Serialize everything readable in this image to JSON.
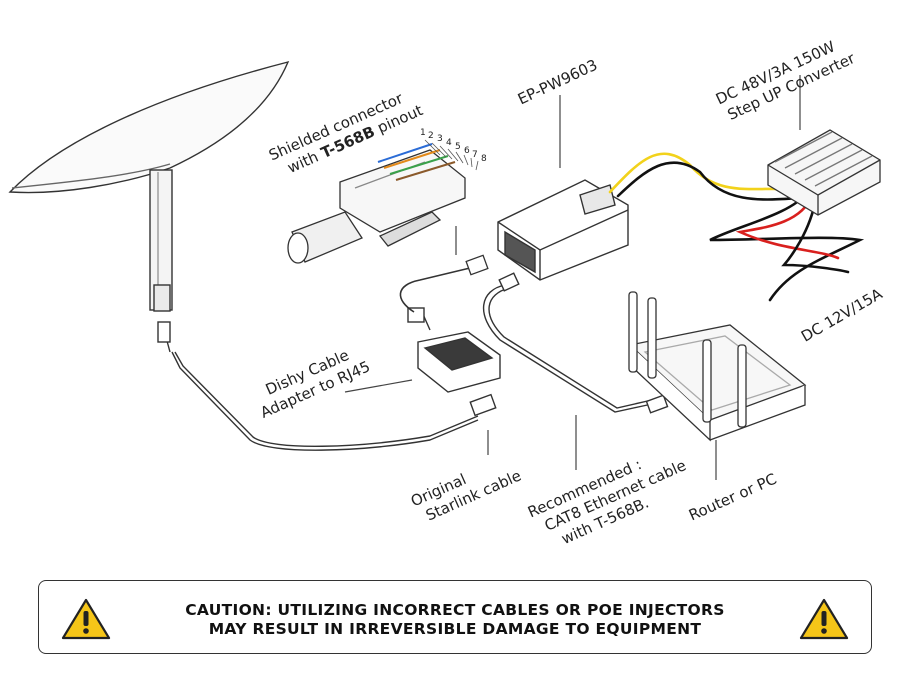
{
  "labels": {
    "shielded_line1": "Shielded connector",
    "shielded_prefix": "with ",
    "shielded_bold": "T-568B",
    "shielded_suffix": " pinout",
    "pin_numbers": [
      "1",
      "2",
      "3",
      "4",
      "5",
      "6",
      "7",
      "8"
    ],
    "injector": "EP-PW9603",
    "converter_line1": "DC 48V/3A 150W",
    "converter_line2": "Step UP Converter",
    "dc_input": "DC 12V/15A",
    "dishy_adapter_line1": "Dishy Cable",
    "dishy_adapter_line2": "Adapter to RJ45",
    "original_line1": "Original",
    "original_line2": "Starlink cable",
    "recommended_line1": "Recommended :",
    "recommended_line2": "CAT8 Ethernet cable",
    "recommended_line3": "with T-568B.",
    "router": "Router or PC"
  },
  "caution": {
    "line1": "CAUTION: UTILIZING INCORRECT CABLES OR POE INJECTORS",
    "line2": "MAY RESULT IN IRREVERSIBLE DAMAGE TO EQUIPMENT",
    "icon": "warning-triangle-icon",
    "icon_color": "#f5c518"
  },
  "wire_colors": {
    "yellow": "#f2d21b",
    "red": "#d9201e",
    "black": "#111111"
  }
}
